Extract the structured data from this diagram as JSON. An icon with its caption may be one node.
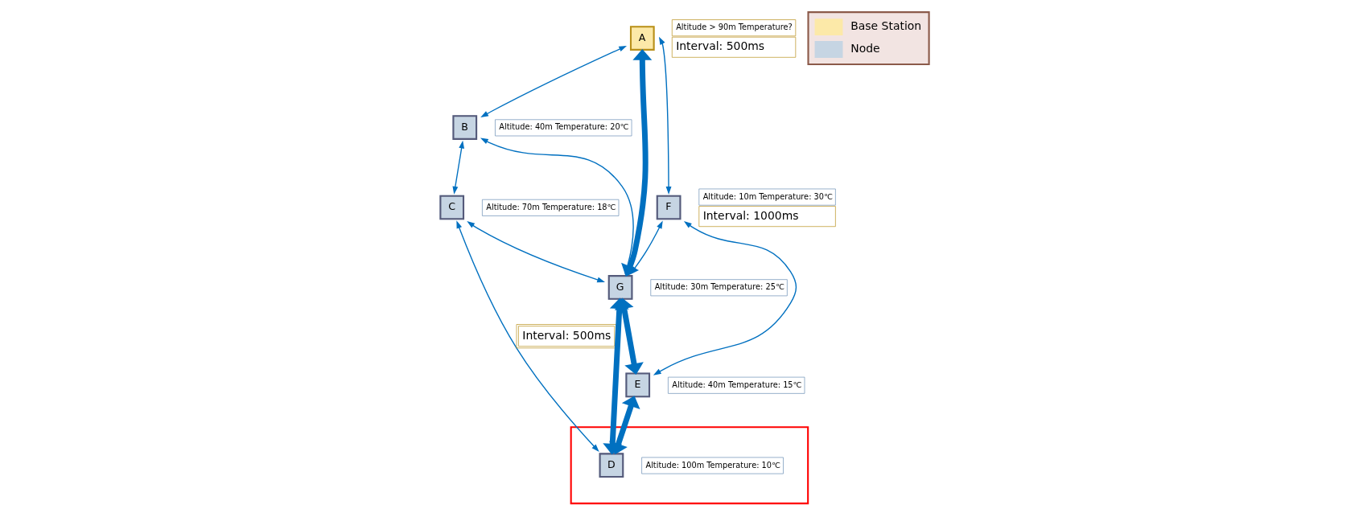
{
  "diagram": {
    "nodes": [
      {
        "text": [
          "A"
        ],
        "beside": [
          "Altitude > 90m Temperature?",
          "Interval: 500ms"
        ]
      },
      {
        "text": [
          "B"
        ],
        "beside": [
          "Altitude: 40m Temperature: 20℃"
        ]
      },
      {
        "text": [
          "C"
        ],
        "beside": [
          "Altitude: 70m Temperature: 18℃"
        ]
      },
      {
        "text": [
          "G"
        ],
        "beside": [
          "Altitude: 30m Temperature: 25℃"
        ]
      },
      {
        "text": [
          "F"
        ],
        "beside": [
          "Altitude: 10m Temperature: 30℃",
          "Interval: 1000ms"
        ]
      },
      {
        "text": [
          "E"
        ],
        "beside": [
          "Altitude: 40m Temperature: 15℃"
        ]
      },
      {
        "text": [],
        "shape": "box"
      },
      {
        "text": [
          "D"
        ],
        "in": 6,
        "beside": [
          "Altitude: 100m Temperature: 10℃"
        ]
      }
    ],
    "edges": [
      {
        "from": 0,
        "to": 1,
        "arrow": "both"
      },
      {
        "from": 0,
        "to": 3,
        "arrow": "both",
        "style": "thick"
      },
      {
        "from": 0,
        "to": 4,
        "arrow": "both"
      },
      {
        "from": 1,
        "to": 3,
        "arrow": "both"
      },
      {
        "from": 1,
        "to": 2,
        "arrow": "both"
      },
      {
        "from": 2,
        "to": 3,
        "arrow": "both"
      },
      {
        "from": 4,
        "to": 3,
        "arrow": "both"
      },
      {
        "from": 3,
        "to": 5,
        "arrow": "both",
        "style": "thick"
      },
      {
        "from": 3,
        "to": 7,
        "arrow": "both",
        "style": "thick"
      },
      {
        "from": 4,
        "to": 5,
        "arrow": "both"
      },
      {
        "from": 5,
        "to": 7,
        "arrow": "both",
        "style": "thick"
      },
      {
        "from": 2,
        "to": 7,
        "arrow": "both",
        "label": "Interval: 500ms"
      }
    ],
    "legend": [
      {
        "text": "Base Station",
        "color": "#fce9a8"
      },
      {
        "text": "Node",
        "color": "#c6d5e3"
      }
    ]
  }
}
